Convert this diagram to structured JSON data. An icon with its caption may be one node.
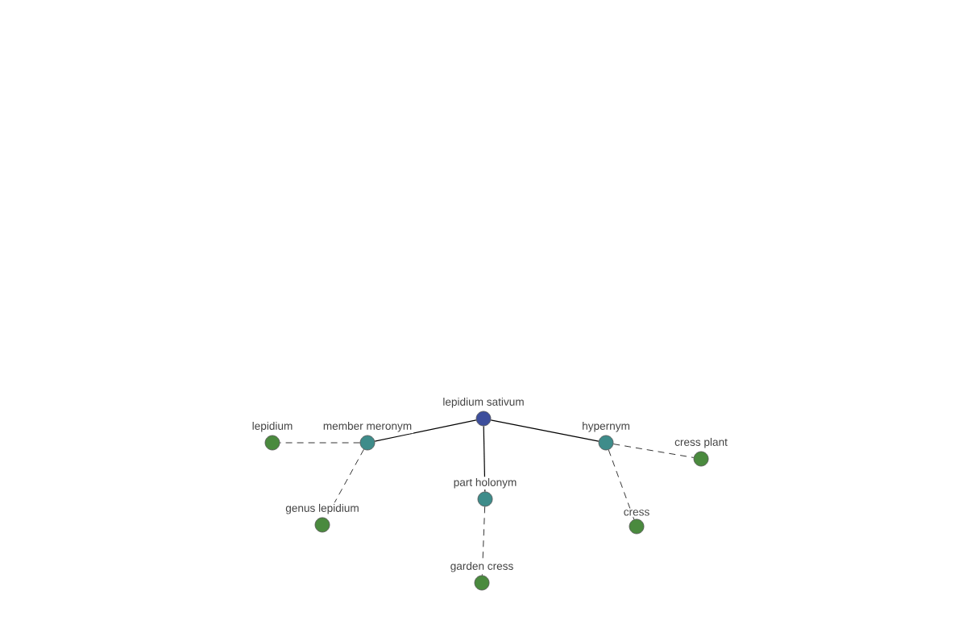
{
  "diagram": {
    "nodes": [
      {
        "text": [
          "lepidium sativum"
        ]
      },
      {
        "text": [
          "lepidium"
        ]
      },
      {
        "text": [
          "member meronym"
        ]
      },
      {
        "text": [
          "hypernym"
        ]
      },
      {
        "text": [
          "cress plant"
        ]
      },
      {
        "text": [
          "part holonym"
        ]
      },
      {
        "text": [
          "genus lepidium"
        ]
      },
      {
        "text": [
          "cress"
        ]
      },
      {
        "text": [
          "garden cress"
        ]
      }
    ],
    "edges": [
      {
        "from": 0,
        "to": 2,
        "arrow": "none"
      },
      {
        "from": 0,
        "to": 3,
        "arrow": "none"
      },
      {
        "from": 0,
        "to": 5,
        "arrow": "none"
      },
      {
        "from": 2,
        "to": 1,
        "arrow": "none",
        "style": "dashed"
      },
      {
        "from": 2,
        "to": 6,
        "arrow": "none",
        "style": "dashed"
      },
      {
        "from": 3,
        "to": 4,
        "arrow": "none",
        "style": "dashed"
      },
      {
        "from": 3,
        "to": 7,
        "arrow": "none",
        "style": "dashed"
      },
      {
        "from": 5,
        "to": 8,
        "arrow": "none",
        "style": "dashed"
      }
    ]
  }
}
